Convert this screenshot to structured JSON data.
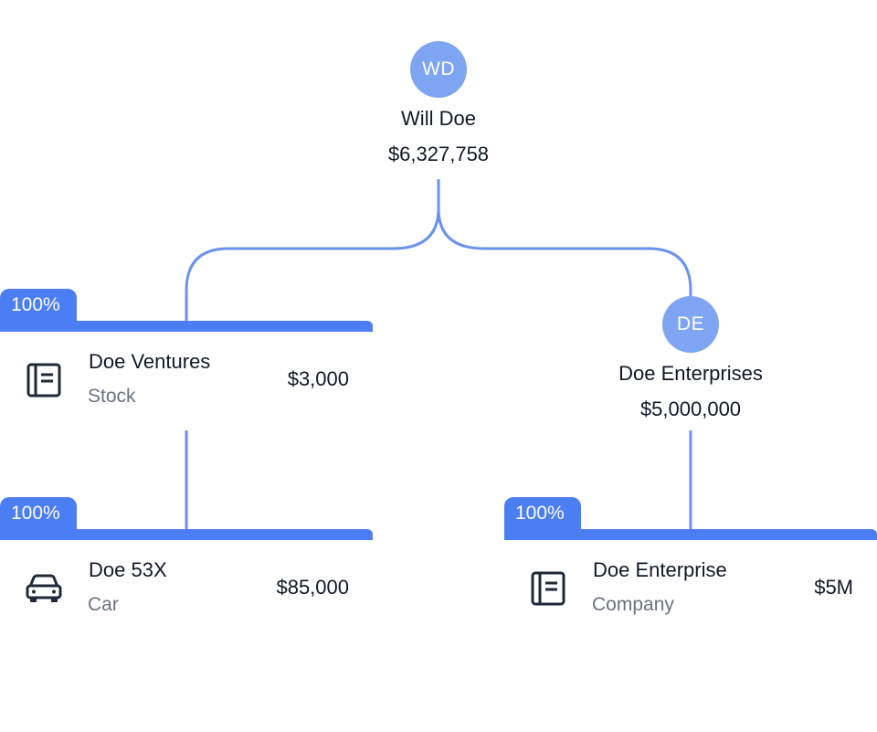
{
  "owner": {
    "initials": "WD",
    "name": "Will Doe",
    "total": "$6,327,758"
  },
  "entity": {
    "initials": "DE",
    "name": "Doe Enterprises",
    "total": "$5,000,000"
  },
  "holdings": [
    {
      "share": "100%",
      "name": "Doe Ventures",
      "type": "Stock",
      "value": "$3,000",
      "icon": "document-icon"
    },
    {
      "share": "100%",
      "name": "Doe 53X",
      "type": "Car",
      "value": "$85,000",
      "icon": "car-icon"
    },
    {
      "share": "100%",
      "name": "Doe Enterprise",
      "type": "Company",
      "value": "$5M",
      "icon": "document-icon"
    }
  ],
  "colors": {
    "accent": "#4b7df3",
    "avatar": "#7ea4f2",
    "connector": "#6b93ee"
  }
}
